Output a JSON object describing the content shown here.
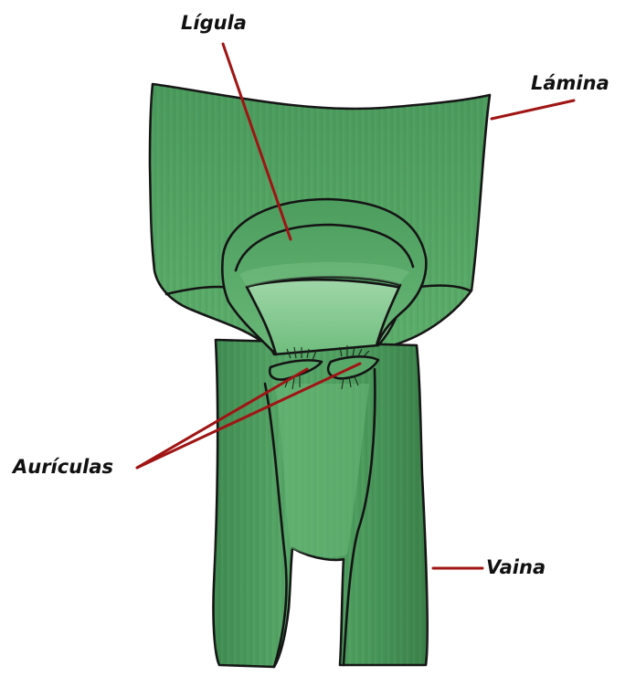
{
  "diagram": {
    "labels": {
      "ligula": "Lígula",
      "lamina": "Lámina",
      "auriculas": "Aurículas",
      "vaina": "Vaina"
    },
    "colors": {
      "leaf_green": "#4f9e60",
      "leaf_light": "#86c892",
      "leaf_dark": "#3a8049",
      "outline": "#141414",
      "leader_line": "#a01414",
      "background": "#ffffff"
    }
  }
}
